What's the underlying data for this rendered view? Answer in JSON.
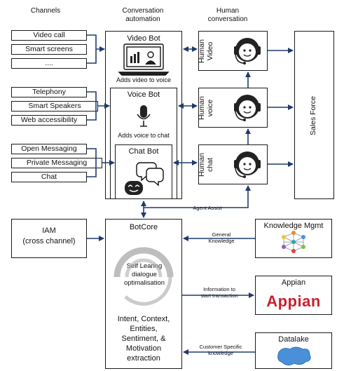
{
  "headers": {
    "channels": "Channels",
    "automation": "Conversation\nautomation",
    "human": "Human\nconversation"
  },
  "channel_groups": [
    [
      "Video call",
      "Smart screens",
      "...."
    ],
    [
      "Telephony",
      "Smart Speakers",
      "Web accessibility"
    ],
    [
      "Open Messaging",
      "Private Messaging",
      "Chat"
    ]
  ],
  "bots": {
    "video": {
      "title": "Video Bot",
      "caption": "Adds video to voice"
    },
    "voice": {
      "title": "Voice Bot",
      "caption": "Adds voice to chat"
    },
    "chat": {
      "title": "Chat Bot"
    }
  },
  "human": {
    "video": "Human\nVideo",
    "voice": "Human\nvoice",
    "chat": "Human\nchat"
  },
  "sales_force": "Sales Force",
  "agent_assist": "Agent Assist",
  "iam": "IAM\n(cross channel)",
  "botcore": {
    "title": "BotCore",
    "swirl_text": "Self Learing\ndialogue\noptimalisation",
    "footer": "Intent, Context,\nEntities,\nSentiment, &\nMotivation\nextraction"
  },
  "systems": {
    "knowledge": {
      "title": "Knowledge Mgmt",
      "edge": "General\nKnowledge"
    },
    "appian": {
      "title": "Appian",
      "logo": "Appian",
      "edge": "Information to\nstart transaction"
    },
    "datalake": {
      "title": "Datalake",
      "edge": "Customer Specific\nknowledge"
    }
  },
  "colors": {
    "arrow": "#1f3a6e",
    "appian_red": "#c8202f",
    "datalake_blue": "#4a90d9",
    "node_orange": "#f08a24"
  }
}
